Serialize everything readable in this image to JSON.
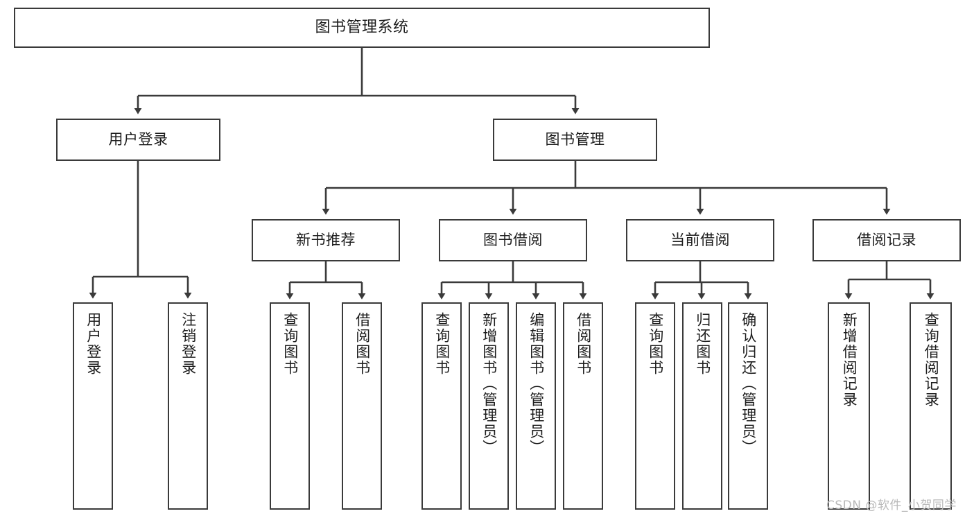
{
  "diagram": {
    "title": "图书管理系统",
    "watermark": "CSDN @软件_小贺同学",
    "colors": {
      "stroke": "#3a3a3a",
      "background": "#ffffff",
      "text": "#1d1d1d",
      "watermark": "#b9b9b9"
    },
    "nodes": {
      "root": "图书管理系统",
      "user_login": "用户登录",
      "book_manage": "图书管理",
      "new_book_rec": "新书推荐",
      "book_borrow": "图书借阅",
      "current_borrow": "当前借阅",
      "borrow_record": "借阅记录",
      "leaf_user_login": "用户登录",
      "leaf_logout_login": "注销登录",
      "leaf_query_book_1": "查询图书",
      "leaf_borrow_book_1": "借阅图书",
      "leaf_query_book_2": "查询图书",
      "leaf_add_book_admin": "新增图书（管理员）",
      "leaf_edit_book_admin": "编辑图书（管理员）",
      "leaf_borrow_book_2": "借阅图书",
      "leaf_query_book_3": "查询图书",
      "leaf_return_book": "归还图书",
      "leaf_confirm_return_admin": "确认归还（管理员）",
      "leaf_add_borrow_record": "新增借阅记录",
      "leaf_query_borrow_record": "查询借阅记录"
    }
  }
}
